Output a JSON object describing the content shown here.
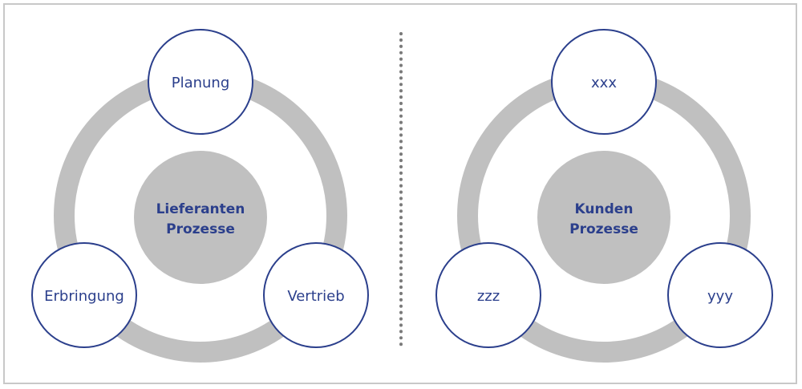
{
  "colors": {
    "ring": "#c0c0c0",
    "center_fill": "#c0c0c0",
    "node_stroke": "#2b3f8c",
    "text": "#2b3f8c",
    "divider": "#7a7a7a",
    "border": "#c8c8c8"
  },
  "left_cycle": {
    "center": {
      "line1": "Lieferanten",
      "line2": "Prozesse"
    },
    "nodes": {
      "top": "Planung",
      "right": "Vertrieb",
      "left": "Erbringung"
    }
  },
  "right_cycle": {
    "center": {
      "line1": "Kunden",
      "line2": "Prozesse"
    },
    "nodes": {
      "top": "xxx",
      "right": "yyy",
      "left": "zzz"
    }
  }
}
